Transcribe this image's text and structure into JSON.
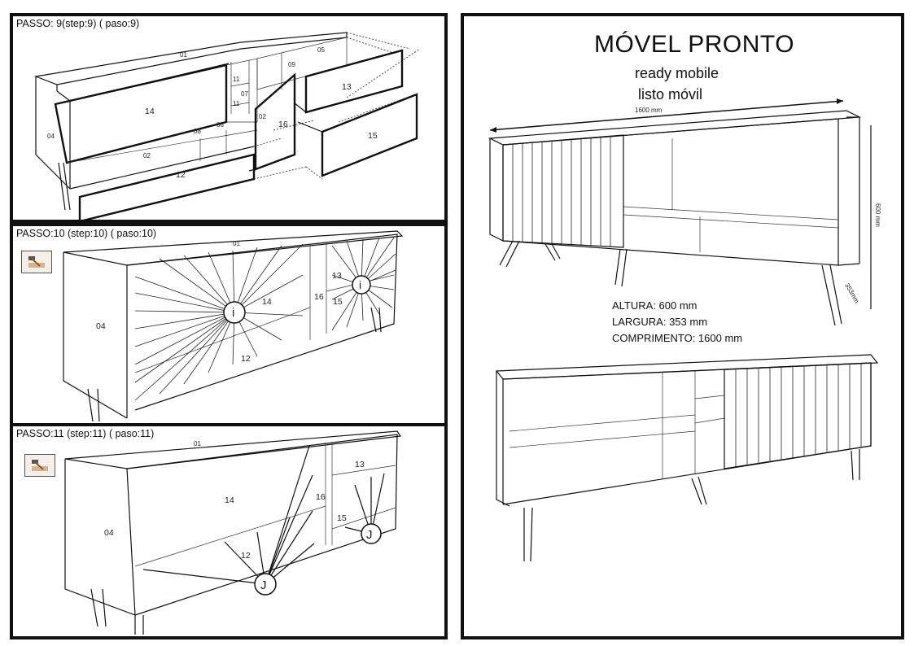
{
  "steps": [
    {
      "title": "PASSO: 9(step:9) ( paso:9)",
      "parts": [
        "01",
        "05",
        "09",
        "11",
        "11",
        "07",
        "02",
        "08",
        "06",
        "14",
        "13",
        "16",
        "15",
        "02",
        "12",
        "04"
      ]
    },
    {
      "title": "PASSO:10 (step:10) ( paso:10)",
      "parts": [
        "01",
        "04",
        "14",
        "13",
        "16",
        "15",
        "12"
      ],
      "callouts": [
        "i",
        "i"
      ]
    },
    {
      "title": "PASSO:11 (step:11) ( paso:11)",
      "parts": [
        "01",
        "04",
        "14",
        "13",
        "16",
        "15",
        "12"
      ],
      "callouts": [
        "J",
        "J"
      ]
    }
  ],
  "finished": {
    "title": "MÓVEL PRONTO",
    "subtitle_en": "ready mobile",
    "subtitle_es": "listo móvil",
    "dim_width": "1600 mm",
    "dim_height": "600 mm",
    "dim_depth": "353mm",
    "specs": {
      "height": "ALTURA: 600 mm",
      "width": "LARGURA: 353 mm",
      "length": "COMPRIMENTO: 1600 mm"
    }
  }
}
